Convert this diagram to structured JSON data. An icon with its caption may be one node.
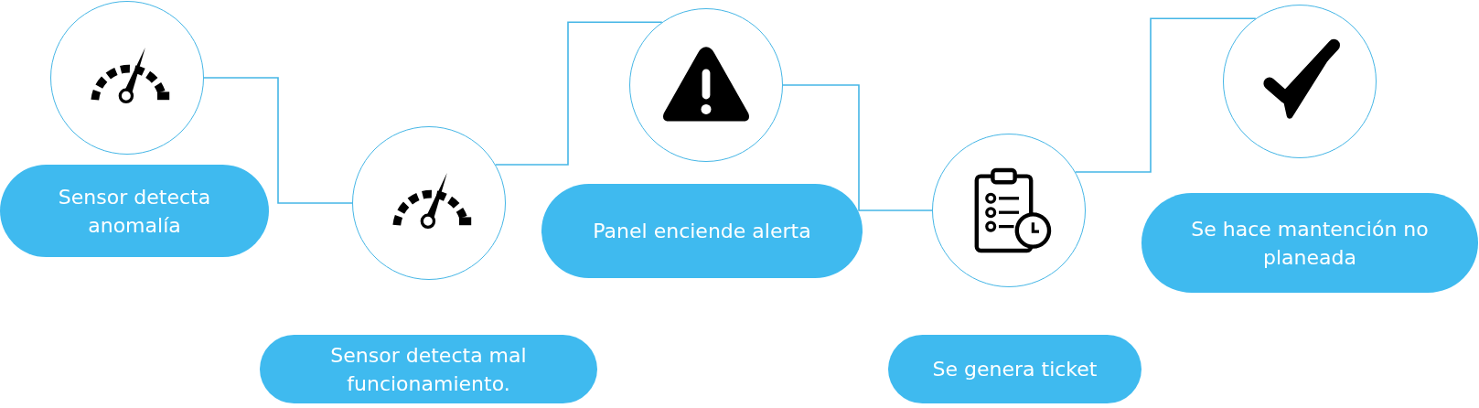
{
  "diagram": {
    "nodes": [
      {
        "text": [],
        "shape": "circle"
      },
      {
        "text": [
          "Sensor detecta anomalía"
        ]
      },
      {
        "text": [],
        "shape": "circle"
      },
      {
        "text": [
          "Sensor detecta mal funcionamiento."
        ]
      },
      {
        "text": [],
        "shape": "circle"
      },
      {
        "text": [
          "Panel enciende alerta"
        ]
      },
      {
        "text": [],
        "shape": "circle"
      },
      {
        "text": [
          "Se genera ticket"
        ]
      },
      {
        "text": [],
        "shape": "circle"
      },
      {
        "text": [
          "Se hace mantención no planeada"
        ]
      }
    ],
    "edges": [
      {
        "from": 0,
        "to": 2,
        "arrow": "none"
      },
      {
        "from": 2,
        "to": 4,
        "arrow": "none"
      },
      {
        "from": 4,
        "to": 6,
        "arrow": "none"
      },
      {
        "from": 6,
        "to": 8,
        "arrow": "none"
      }
    ]
  }
}
